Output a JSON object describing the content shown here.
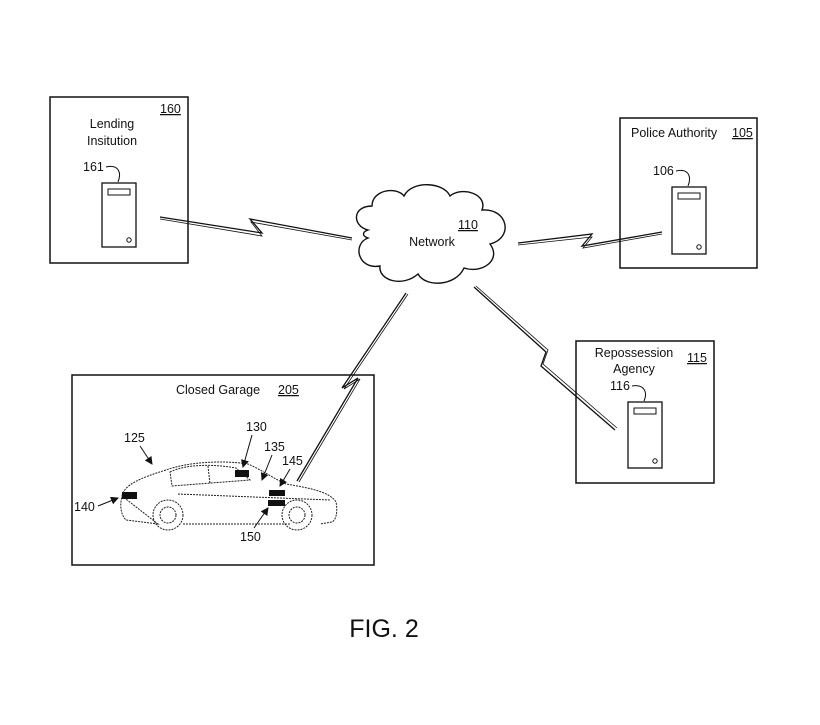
{
  "figure_label": "FIG. 2",
  "lending": {
    "name_line1": "Lending",
    "name_line2": "Insitution",
    "ref": "160",
    "server_ref": "161"
  },
  "police": {
    "name": "Police Authority",
    "ref": "105",
    "server_ref": "106"
  },
  "network": {
    "name": "Network",
    "ref": "110"
  },
  "repo": {
    "name_line1": "Repossession",
    "name_line2": "Agency",
    "ref": "115",
    "server_ref": "116"
  },
  "garage": {
    "name": "Closed Garage",
    "ref": "205"
  },
  "vehicle": {
    "ref": "125",
    "components": {
      "c130": "130",
      "c135": "135",
      "c145": "145",
      "c140": "140",
      "c150": "150"
    }
  }
}
